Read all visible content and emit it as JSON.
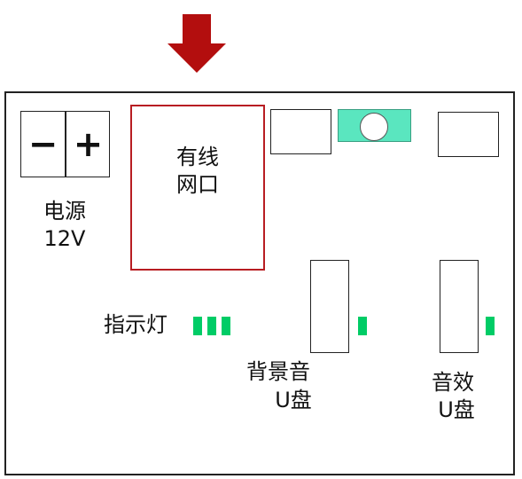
{
  "power": {
    "minus_symbol": "−",
    "plus_symbol": "+",
    "label_line1": "电源",
    "label_line2": "12V"
  },
  "ethernet": {
    "line1": "有线",
    "line2": "网口"
  },
  "indicator": {
    "label": "指示灯"
  },
  "bgm_usb": {
    "line1": "背景音",
    "line2": "U盘"
  },
  "sfx_usb": {
    "line1": "音效",
    "line2": "U盘"
  },
  "colors": {
    "arrow": "#b30e0e",
    "ethernet_border": "#b81d22",
    "led": "#00cc66",
    "button_module": "#5ae6bf"
  },
  "icons": {
    "arrow": "down-arrow-icon"
  }
}
